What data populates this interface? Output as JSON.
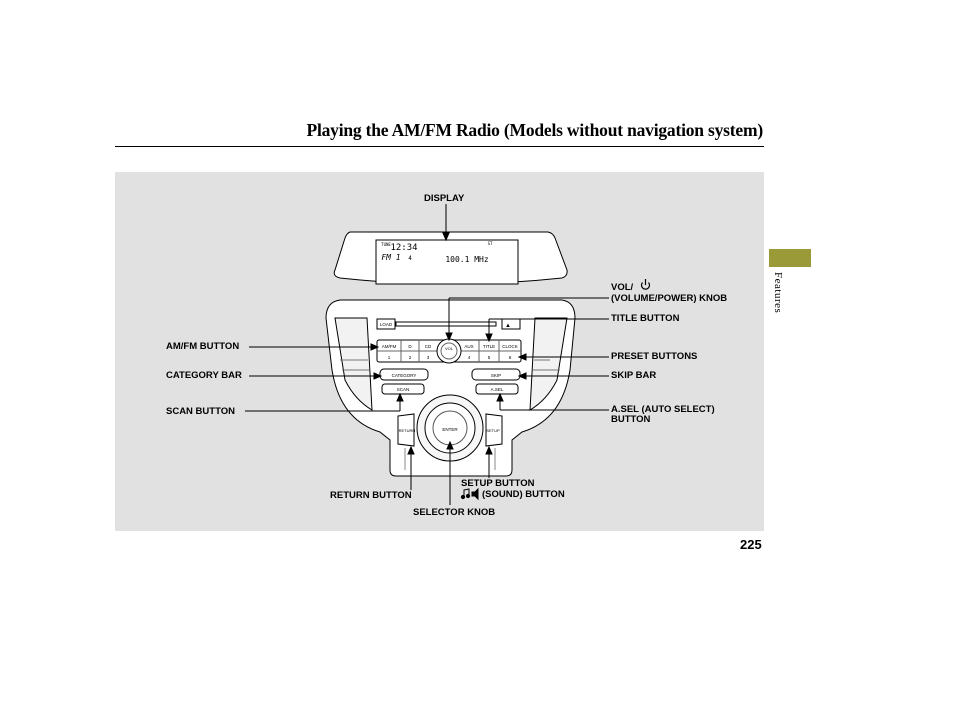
{
  "page": {
    "title": "Playing the AM/FM Radio (Models without navigation system)",
    "section_tab": "Features",
    "page_number": "225"
  },
  "callouts": {
    "display": "DISPLAY",
    "vol_prefix": "VOL/",
    "vol_knob": "(VOLUME/POWER) KNOB",
    "title_button": "TITLE BUTTON",
    "am_fm_button": "AM/FM BUTTON",
    "preset_buttons": "PRESET BUTTONS",
    "category_bar": "CATEGORY BAR",
    "skip_bar": "SKIP BAR",
    "scan_button": "SCAN BUTTON",
    "asel_line1": "A.SEL (AUTO SELECT)",
    "asel_line2": "BUTTON",
    "setup_button": "SETUP BUTTON",
    "sound_button": "(SOUND) BUTTON",
    "return_button": "RETURN BUTTON",
    "selector_knob": "SELECTOR KNOB"
  },
  "unit": {
    "display": {
      "clock": "12:34",
      "band": "FM 1",
      "preset": "4",
      "frequency": "100.1 MHz",
      "small_left": "TUNE",
      "small_right": "ST"
    },
    "top_row": [
      "AM/FM",
      "D",
      "CD",
      "AUX",
      "TITLE",
      "CLOCK"
    ],
    "number_row": [
      "1",
      "2",
      "3",
      "4",
      "5",
      "6"
    ],
    "load": "LOAD",
    "category": "CATEGORY",
    "skip": "SKIP",
    "scan": "SCAN",
    "asel": "A.SEL",
    "return": "RETURN",
    "setup": "SETUP",
    "enter": "ENTER",
    "vol": "VOL"
  }
}
